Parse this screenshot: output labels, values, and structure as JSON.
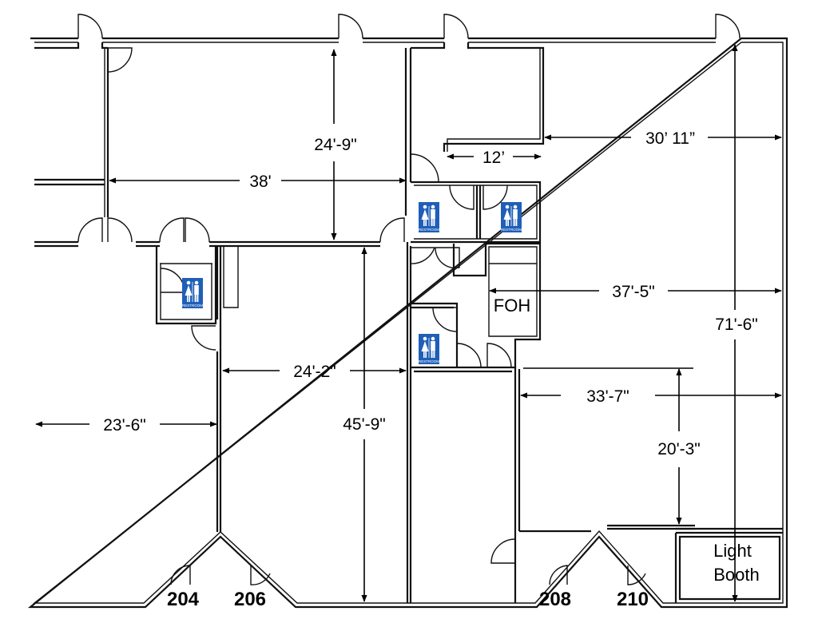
{
  "dimensions": {
    "d_24_9": "24'-9\"",
    "d_38": "38'",
    "d_12": "12’",
    "d_30_11": "30’ 11”",
    "d_37_5": "37'-5\"",
    "d_71_6": "71'-6\"",
    "d_24_2": "24'-2\"",
    "d_23_6": "23'-6\"",
    "d_45_9": "45'-9\"",
    "d_33_7": "33'-7\"",
    "d_20_3": "20'-3\""
  },
  "rooms": {
    "foh": "FOH",
    "light_booth_line1": "Light",
    "light_booth_line2": "Booth"
  },
  "units": [
    "204",
    "206",
    "208",
    "210"
  ],
  "restroom_sign": {
    "label": "RESTROOM",
    "color": "#1f5fb8",
    "icon": "restroom-icon"
  }
}
